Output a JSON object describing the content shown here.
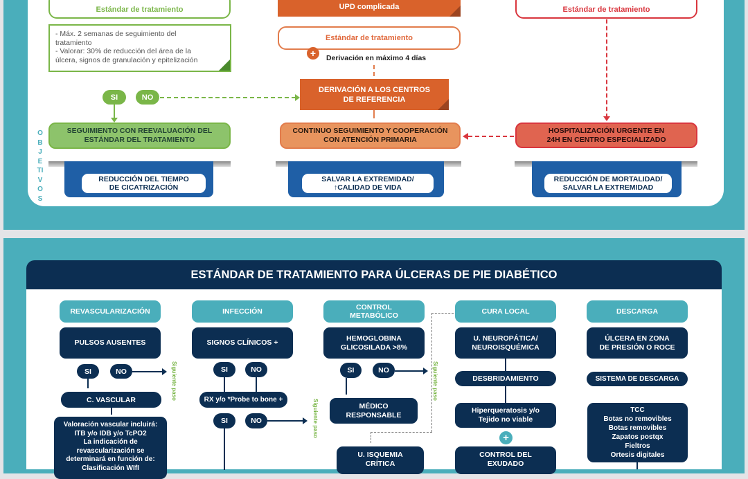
{
  "top": {
    "left": {
      "standard": "Estándar de tratamiento",
      "note": "- Máx. 2 semanas de seguimiento del\n  tratamiento\n- Valorar: 30% de reducción del área de la\n  úlcera, signos de granulación y epitelización",
      "si": "SI",
      "no": "NO",
      "result": "SEGUIMIENTO CON REEVALUACIÓN DEL\nESTÁNDAR DEL TRATAMIENTO",
      "objective": "REDUCCIÓN DEL TIEMPO\nDE CICATRIZACIÓN"
    },
    "middle": {
      "title": "UPD complicada",
      "standard": "Estándar de tratamiento",
      "plus": "+",
      "referral_time": "Derivación en máximo 4 días",
      "referral": "DERIVACIÓN A LOS CENTROS\nDE REFERENCIA",
      "result": "CONTINUO SEGUIMIENTO Y COOPERACIÓN\nCON ATENCIÓN PRIMARIA",
      "objective": "SALVAR LA EXTREMIDAD/\n↑CALIDAD DE VIDA"
    },
    "right": {
      "standard": "Estándar de tratamiento",
      "result": "HOSPITALIZACIÓN URGENTE EN\n24H EN CENTRO ESPECIALIZADO",
      "objective": "REDUCCIÓN DE MORTALIDAD/\nSALVAR LA EXTREMIDAD"
    },
    "objectives_label": "OBJETIVOS"
  },
  "bottom": {
    "title": "ESTÁNDAR DE TRATAMIENTO PARA ÚLCERAS DE PIE DIABÉTICO",
    "next_step": "Siguiente paso",
    "si": "SI",
    "no": "NO",
    "plus": "+",
    "revasc": {
      "header": "REVASCULARIZACIÓN",
      "q": "PULSOS AUSENTES",
      "step": "C. VASCULAR",
      "detail": "Valoración vascular incluirá:\nITB y/o IDB y/o TcPO2\nLa indicación de\nrevascularización se\ndeterminará en función de:\nClasificación WIfI"
    },
    "infection": {
      "header": "INFECCIÓN",
      "q": "SIGNOS CLÍNICOS +",
      "step": "RX y/o *Probe to bone +"
    },
    "metabolic": {
      "header": "CONTROL\nMETABÓLICO",
      "q": "HEMOGLOBINA\nGLICOSILADA >8%",
      "step": "MÉDICO\nRESPONSABLE",
      "ischemia": "U. ISQUEMIA\nCRÍTICA"
    },
    "local": {
      "header": "CURA LOCAL",
      "q": "U. NEUROPÁTICA/\nNEUROISQUÉMICA",
      "step1": "DESBRIDAMIENTO",
      "step2": "Hiperqueratosis y/o\nTejido no viable",
      "step3": "CONTROL DEL\nEXUDADO"
    },
    "offload": {
      "header": "DESCARGA",
      "q": "ÚLCERA EN ZONA\nDE PRESIÓN O ROCE",
      "step": "SISTEMA DE DESCARGA",
      "options": "TCC\nBotas no removibles\nBotas removibles\nZapatos postqx\nFieltros\nOrtesis digitales"
    }
  },
  "colors": {
    "teal": "#4aaebb",
    "navy": "#0c2e52",
    "green": "#7ab648",
    "orange": "#d9622b",
    "red": "#d9363e"
  }
}
